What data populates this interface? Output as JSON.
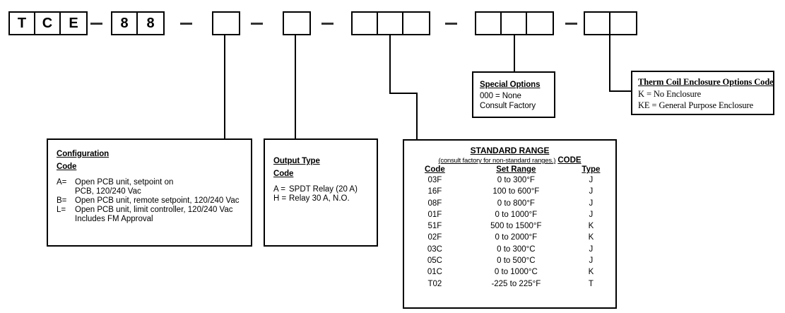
{
  "model_number": {
    "groups": [
      {
        "name": "prefix",
        "cells": [
          "T",
          "C",
          "E"
        ]
      },
      {
        "name": "series",
        "cells": [
          "8",
          "8"
        ]
      },
      {
        "name": "configuration",
        "cells": [
          ""
        ]
      },
      {
        "name": "output-type",
        "cells": [
          ""
        ]
      },
      {
        "name": "standard-range",
        "cells": [
          "",
          "",
          ""
        ]
      },
      {
        "name": "special-options",
        "cells": [
          "",
          "",
          ""
        ]
      },
      {
        "name": "therm-coil-enclosure",
        "cells": [
          "",
          ""
        ]
      }
    ],
    "separator": "–"
  },
  "configuration": {
    "title": "Configuration",
    "subtitle": "Code",
    "options": [
      {
        "code": "A=",
        "desc": "Open PCB unit, setpoint on",
        "desc2": "PCB, 120/240 Vac"
      },
      {
        "code": "B=",
        "desc": "Open PCB unit, remote setpoint, 120/240 Vac",
        "desc2": ""
      },
      {
        "code": "L=",
        "desc": "Open PCB unit, limit controller, 120/240 Vac",
        "desc2": "Includes FM Approval"
      }
    ]
  },
  "output_type": {
    "title": "Output Type",
    "subtitle": "Code",
    "options": [
      {
        "code": "A =",
        "desc": "SPDT Relay (20 A)"
      },
      {
        "code": "H =",
        "desc": "Relay 30 A, N.O."
      }
    ]
  },
  "special_options": {
    "title": "Special Options",
    "line1": "000 = None",
    "line2": "Consult Factory"
  },
  "therm_coil": {
    "title": "Therm Coil Enclosure Options Code",
    "line1": "K = No Enclosure",
    "line2": "KE = General Purpose Enclosure"
  },
  "standard_range": {
    "title": "STANDARD RANGE",
    "subtitle": "(consult factory for non-standard ranges.)",
    "code_header": "CODE",
    "columns": [
      "Code",
      "Set Range",
      "Type"
    ],
    "rows": [
      {
        "code": "03F",
        "range": "0 to 300°F",
        "type": "J"
      },
      {
        "code": "16F",
        "range": "100 to 600°F",
        "type": "J"
      },
      {
        "code": "08F",
        "range": "0 to 800°F",
        "type": "J"
      },
      {
        "code": "01F",
        "range": "0 to 1000°F",
        "type": "J"
      },
      {
        "code": "51F",
        "range": "500 to 1500°F",
        "type": "K"
      },
      {
        "code": "02F",
        "range": "0 to 2000°F",
        "type": "K"
      },
      {
        "code": "03C",
        "range": "0 to 300°C",
        "type": "J"
      },
      {
        "code": "05C",
        "range": "0 to 500°C",
        "type": "J"
      },
      {
        "code": "01C",
        "range": "0 to 1000°C",
        "type": "K"
      },
      {
        "code": "T02",
        "range": "-225 to 225°F",
        "type": "T"
      }
    ]
  },
  "colors": {
    "line": "#000000",
    "background": "#ffffff",
    "dash": "#333333"
  }
}
